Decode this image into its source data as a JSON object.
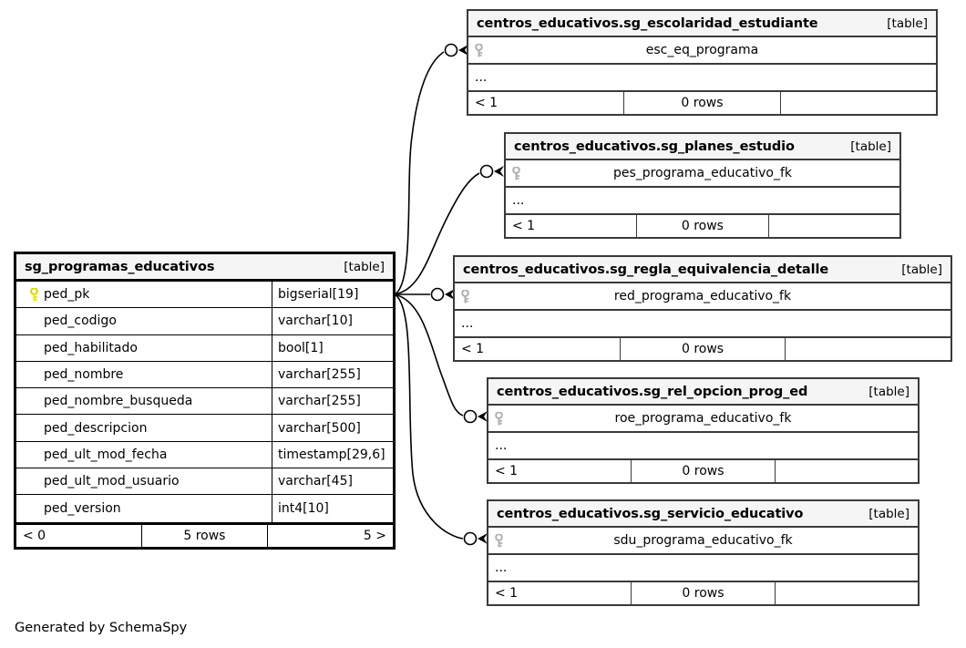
{
  "diagram": {
    "generator_credit": "Generated by SchemaSpy",
    "table_tag": "[table]",
    "ellipsis": "...",
    "colors": {
      "pk_key": "#e8e800",
      "fk_key": "#b0b0b0",
      "header_bg": "#f5f5f5",
      "border_main": "#000000",
      "border_related": "#3a3a3a",
      "canvas_bg": "#ffffff"
    }
  },
  "main_table": {
    "name": "sg_programas_educativos",
    "tag": "[table]",
    "columns": [
      {
        "key_icon": "primary-key-icon",
        "name": "ped_pk",
        "type": "bigserial[19]"
      },
      {
        "key_icon": null,
        "name": "ped_codigo",
        "type": "varchar[10]"
      },
      {
        "key_icon": null,
        "name": "ped_habilitado",
        "type": "bool[1]"
      },
      {
        "key_icon": null,
        "name": "ped_nombre",
        "type": "varchar[255]"
      },
      {
        "key_icon": null,
        "name": "ped_nombre_busqueda",
        "type": "varchar[255]"
      },
      {
        "key_icon": null,
        "name": "ped_descripcion",
        "type": "varchar[500]"
      },
      {
        "key_icon": null,
        "name": "ped_ult_mod_fecha",
        "type": "timestamp[29,6]"
      },
      {
        "key_icon": null,
        "name": "ped_ult_mod_usuario",
        "type": "varchar[45]"
      },
      {
        "key_icon": null,
        "name": "ped_version",
        "type": "int4[10]"
      }
    ],
    "footer": {
      "left": "< 0",
      "middle": "5 rows",
      "right": "5 >"
    }
  },
  "related_tables": [
    {
      "name": "centros_educativos.sg_escolaridad_estudiante",
      "tag": "[table]",
      "fk_column": "esc_eq_programa",
      "key_icon": "foreign-key-icon",
      "ellipsis": "...",
      "footer": {
        "left": "< 1",
        "middle": "0 rows",
        "right": ""
      }
    },
    {
      "name": "centros_educativos.sg_planes_estudio",
      "tag": "[table]",
      "fk_column": "pes_programa_educativo_fk",
      "key_icon": "foreign-key-icon",
      "ellipsis": "...",
      "footer": {
        "left": "< 1",
        "middle": "0 rows",
        "right": ""
      }
    },
    {
      "name": "centros_educativos.sg_regla_equivalencia_detalle",
      "tag": "[table]",
      "fk_column": "red_programa_educativo_fk",
      "key_icon": "foreign-key-icon",
      "ellipsis": "...",
      "footer": {
        "left": "< 1",
        "middle": "0 rows",
        "right": ""
      }
    },
    {
      "name": "centros_educativos.sg_rel_opcion_prog_ed",
      "tag": "[table]",
      "fk_column": "roe_programa_educativo_fk",
      "key_icon": "foreign-key-icon",
      "ellipsis": "...",
      "footer": {
        "left": "< 1",
        "middle": "0 rows",
        "right": ""
      }
    },
    {
      "name": "centros_educativos.sg_servicio_educativo",
      "tag": "[table]",
      "fk_column": "sdu_programa_educativo_fk",
      "key_icon": "foreign-key-icon",
      "ellipsis": "...",
      "footer": {
        "left": "< 1",
        "middle": "0 rows",
        "right": ""
      }
    }
  ],
  "relationships": [
    {
      "from": "sg_programas_educativos.ped_pk",
      "to": "centros_educativos.sg_escolaridad_estudiante.esc_eq_programa"
    },
    {
      "from": "sg_programas_educativos.ped_pk",
      "to": "centros_educativos.sg_planes_estudio.pes_programa_educativo_fk"
    },
    {
      "from": "sg_programas_educativos.ped_pk",
      "to": "centros_educativos.sg_regla_equivalencia_detalle.red_programa_educativo_fk"
    },
    {
      "from": "sg_programas_educativos.ped_pk",
      "to": "centros_educativos.sg_rel_opcion_prog_ed.roe_programa_educativo_fk"
    },
    {
      "from": "sg_programas_educativos.ped_pk",
      "to": "centros_educativos.sg_servicio_educativo.sdu_programa_educativo_fk"
    }
  ]
}
